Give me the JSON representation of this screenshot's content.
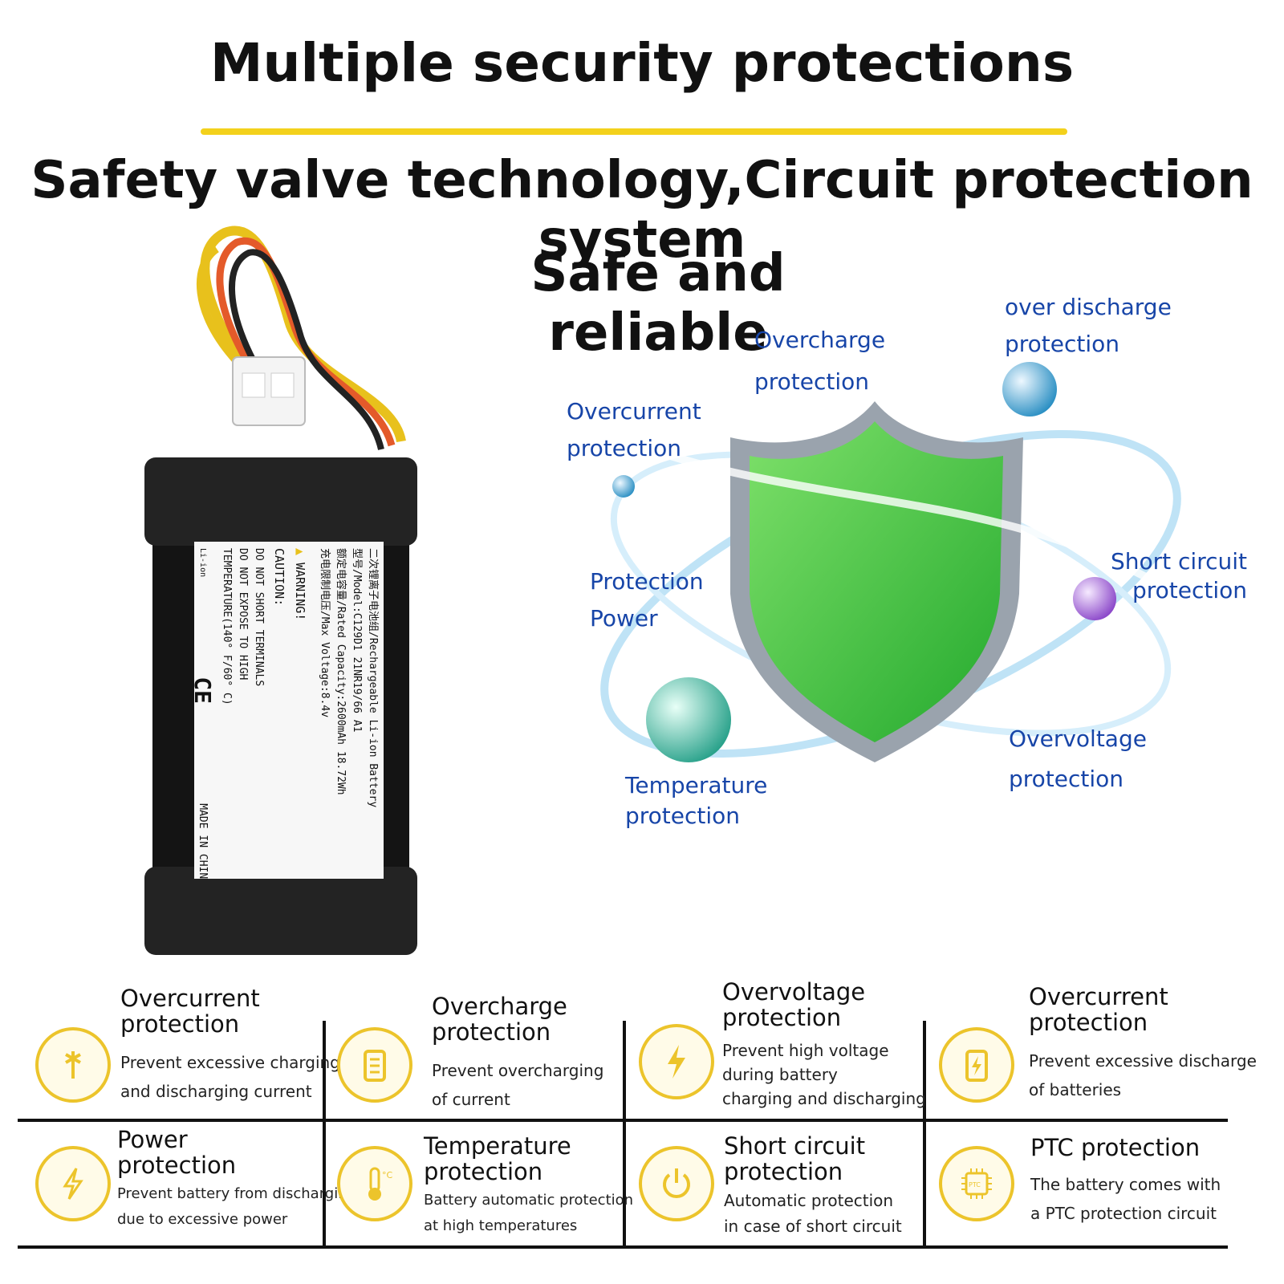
{
  "headings": {
    "title": "Multiple security protections",
    "subtitle": "Safety valve technology,Circuit protection system",
    "tagline": "Safe and reliable"
  },
  "battery_label": {
    "line1": "二次锂离子电池组/Rechargeable Li-ion Battery",
    "line2": "型号/Model:C129D1 21NR19/66 A1",
    "line3": "额定电容量/Rated Capacity:2600mAh 18.72Wh",
    "line4": "充电限制电压/Max Voltage:8.4v",
    "warning": "WARNING!",
    "caution": "CAUTION:",
    "caution_1": "DO NOT SHORT TERMINALS",
    "caution_2": "DO NOT EXPOSE TO HIGH",
    "caution_3": "TEMPERATURE(140° F/60° C)",
    "origin": "MADE IN CHINA",
    "ce": "CE",
    "recycle": "Li-ion"
  },
  "shield_labels": {
    "over_discharge": [
      "over discharge",
      "protection"
    ],
    "overcharge": [
      "Overcharge",
      "protection"
    ],
    "overcurrent": [
      "Overcurrent",
      "protection"
    ],
    "protection_power": [
      "Protection",
      "Power"
    ],
    "short_circuit": [
      "Short circuit",
      "protection"
    ],
    "overvoltage": [
      "Overvoltage",
      "protection"
    ],
    "temperature": [
      "Temperature",
      "protection"
    ]
  },
  "features": [
    {
      "title": [
        "Overcurrent",
        "protection"
      ],
      "desc": [
        "Prevent excessive charging",
        "and discharging current"
      ],
      "icon": "overcurrent-icon"
    },
    {
      "title": [
        "Overcharge",
        "protection"
      ],
      "desc": [
        "Prevent overcharging",
        "of current"
      ],
      "icon": "battery-icon"
    },
    {
      "title": [
        "Overvoltage",
        "protection"
      ],
      "desc": [
        "Prevent high voltage",
        "during battery",
        "charging and discharging"
      ],
      "icon": "lightning-icon"
    },
    {
      "title": [
        "Overcurrent",
        "protection"
      ],
      "desc": [
        "Prevent excessive discharge",
        "of batteries"
      ],
      "icon": "battery-bolt-icon"
    },
    {
      "title": [
        "Power",
        "protection"
      ],
      "desc": [
        "Prevent battery from discharging",
        "due to excessive power"
      ],
      "icon": "power-bolt-icon"
    },
    {
      "title": [
        "Temperature",
        "protection"
      ],
      "desc": [
        "Battery automatic protection",
        "at high temperatures"
      ],
      "icon": "thermometer-icon"
    },
    {
      "title": [
        "Short circuit",
        "protection"
      ],
      "desc": [
        "Automatic protection",
        "in case of short circuit"
      ],
      "icon": "power-button-icon"
    },
    {
      "title": [
        "PTC protection"
      ],
      "desc": [
        "The battery comes with",
        "a PTC protection circuit"
      ],
      "icon": "chip-icon"
    }
  ],
  "colors": {
    "accent_yellow": "#f3d11c",
    "icon_gold": "#ecc42b",
    "label_blue": "#1745a8",
    "shield_green": "#3fc43a"
  }
}
